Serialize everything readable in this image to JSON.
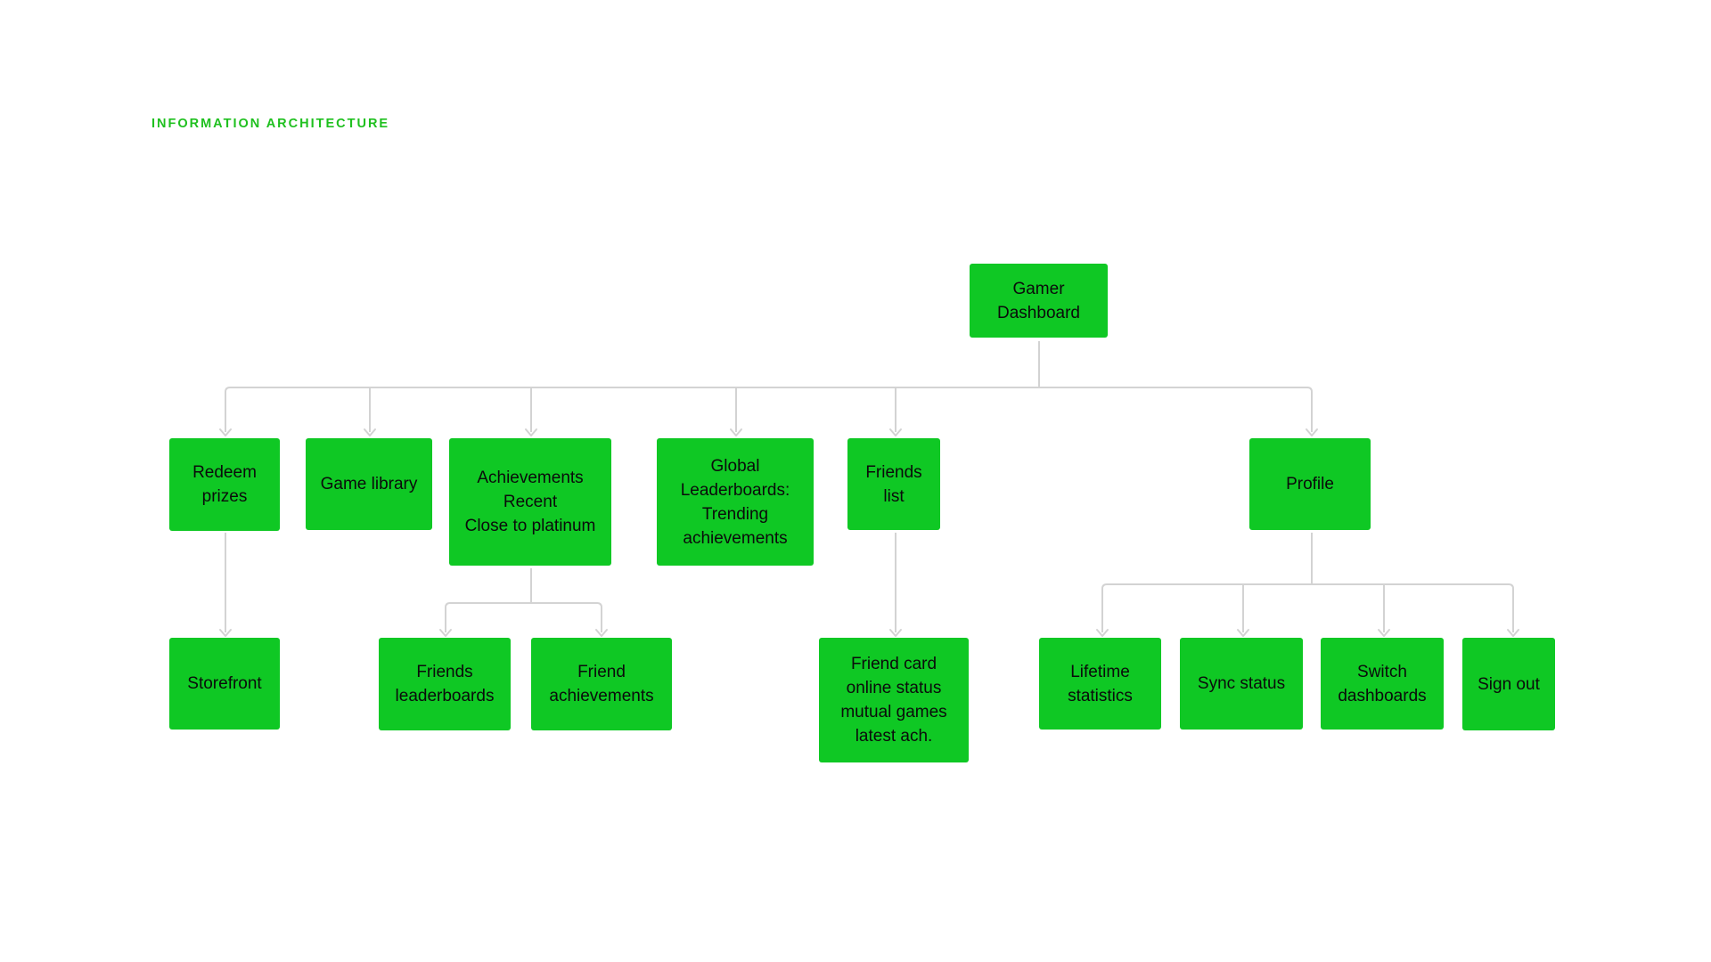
{
  "heading": "INFORMATION ARCHITECTURE",
  "colors": {
    "accent": "#1fc01f",
    "node_fill": "#0fc824",
    "connector": "#d3d3d3",
    "background": "#ffffff"
  },
  "nodes": {
    "root": {
      "lines": [
        "Gamer",
        "Dashboard"
      ]
    },
    "redeem_prizes": {
      "lines": [
        "Redeem",
        "prizes"
      ]
    },
    "game_library": {
      "lines": [
        "Game library"
      ]
    },
    "achievements": {
      "lines": [
        "Achievements",
        "Recent",
        "Close to platinum"
      ]
    },
    "global_leaderboards": {
      "lines": [
        "Global",
        "Leaderboards:",
        "Trending",
        "achievements"
      ]
    },
    "friends_list": {
      "lines": [
        "Friends",
        "list"
      ]
    },
    "profile": {
      "lines": [
        "Profile"
      ]
    },
    "storefront": {
      "lines": [
        "Storefront"
      ]
    },
    "friends_leaderboards": {
      "lines": [
        "Friends",
        "leaderboards"
      ]
    },
    "friend_achievements": {
      "lines": [
        "Friend",
        "achievements"
      ]
    },
    "friend_card": {
      "lines": [
        "Friend card",
        "online status",
        "mutual games",
        "latest ach."
      ]
    },
    "lifetime_statistics": {
      "lines": [
        "Lifetime",
        "statistics"
      ]
    },
    "sync_status": {
      "lines": [
        "Sync status"
      ]
    },
    "switch_dashboards": {
      "lines": [
        "Switch",
        "dashboards"
      ]
    },
    "sign_out": {
      "lines": [
        "Sign out"
      ]
    }
  }
}
